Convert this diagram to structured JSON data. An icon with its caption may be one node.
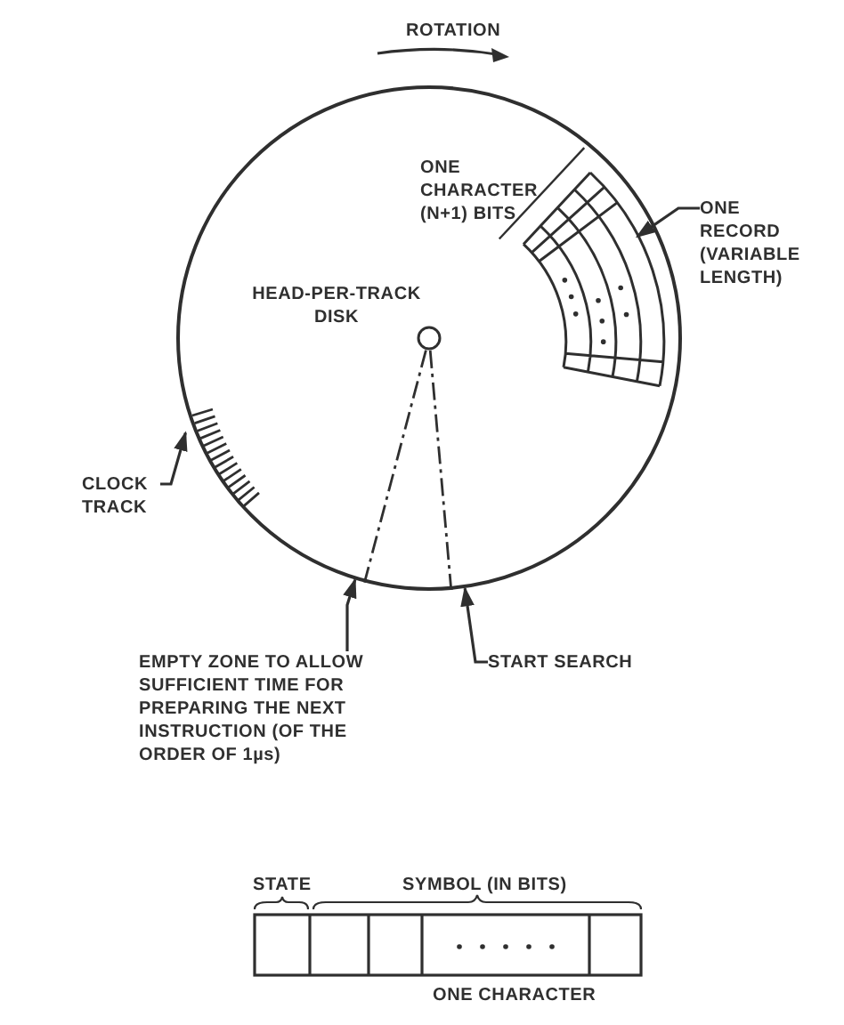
{
  "diagram": {
    "nodes": [
      {
        "text": [
          "HEAD-PER-TRACK DISK"
        ]
      },
      {
        "text": [],
        "shape": "picture",
        "in": 0
      },
      {
        "text": [],
        "shape": "picture",
        "in": 0
      },
      {
        "text": [
          "ONE RECORD (VARIABLE LENGTH)"
        ]
      },
      {
        "text": [
          "CLOCK TRACK"
        ]
      },
      {
        "text": [
          "EMPTY ZONE TO ALLOW SUFFICIENT TIME FOR PREPARING THE NEXT INSTRUCTION (OF THE ORDER OF 1µs)"
        ]
      },
      {
        "text": [
          "START SEARCH"
        ]
      }
    ],
    "edges": [
      {
        "from": 3,
        "to": 1,
        "arrow": "to"
      },
      {
        "from": 4,
        "to": 2,
        "arrow": "to"
      },
      {
        "from": 5,
        "to": 0,
        "arrow": "to"
      },
      {
        "from": 6,
        "to": 0,
        "arrow": "to"
      }
    ],
    "labels": [
      "ROTATION",
      "ONE CHARACTER (N+1) BITS",
      "STATE",
      "SYMBOL (IN BITS)",
      "ONE CHARACTER"
    ]
  }
}
